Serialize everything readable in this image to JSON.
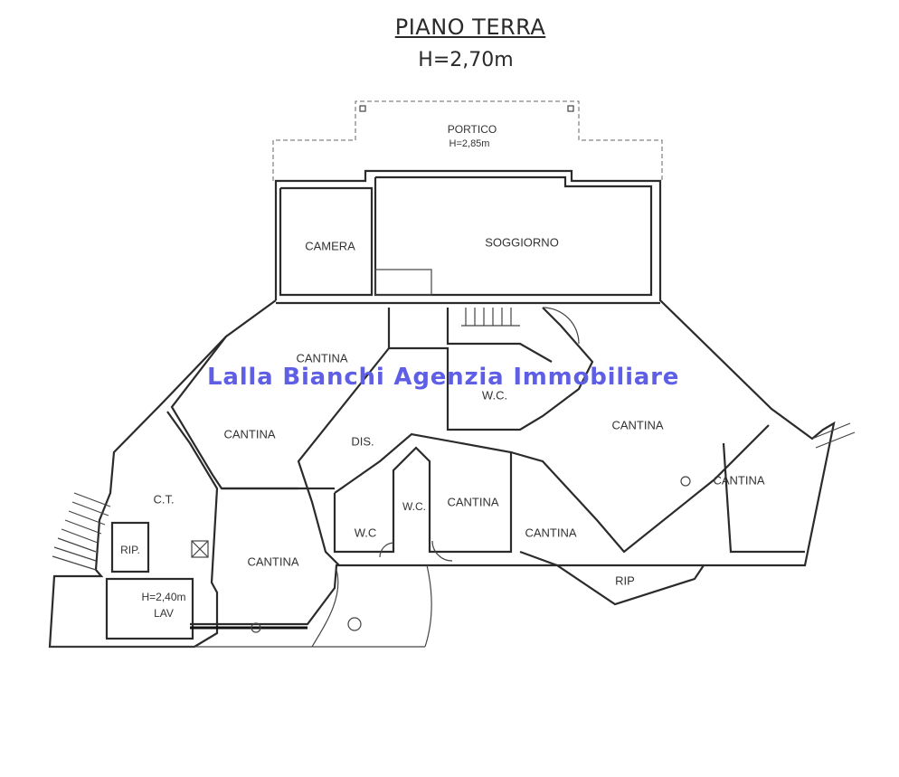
{
  "title": "PIANO TERRA",
  "height": "H=2,70m",
  "watermark": "Lalla Bianchi Agenzia Immobiliare",
  "rooms": {
    "portico": "PORTICO",
    "portico_height": "H=2,85m",
    "camera": "CAMERA",
    "soggiorno": "SOGGIORNO",
    "cantina_top": "CANTINA",
    "cantina_left": "CANTINA",
    "ct": "C.T.",
    "rip_left": "RIP.",
    "height_small": "H=2,40m",
    "lav": "LAV",
    "cantina_bottom_left": "CANTINA",
    "dis": "DIS.",
    "wc_upper": "W.C.",
    "wc_lower_left": "W.C",
    "wc_lower_mid": "W.C.",
    "cantina_mid": "CANTINA",
    "cantina_mid_right": "CANTINA",
    "cantina_right": "CANTINA",
    "cantina_far_right": "CANTINA",
    "rip_right": "RIP"
  }
}
